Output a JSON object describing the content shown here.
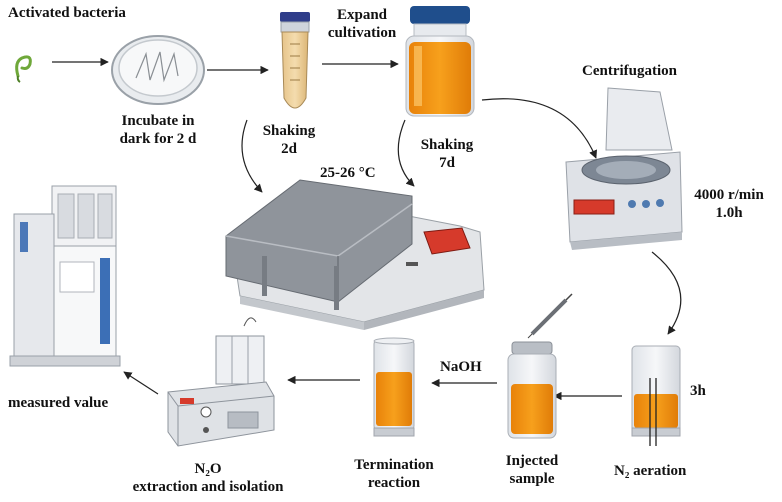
{
  "labels": {
    "activated_bacteria": "Activated bacteria",
    "incubate_line1": "Incubate in",
    "incubate_line2": "dark for 2 d",
    "shaking_2d_line1": "Shaking",
    "shaking_2d_line2": "2d",
    "expand_line1": "Expand",
    "expand_line2": "cultivation",
    "shaking_7d_line1": "Shaking",
    "shaking_7d_line2": "7d",
    "temperature": "25-26 °C",
    "centrifugation": "Centrifugation",
    "speed": "4000 r/min",
    "duration": "1.0h",
    "aeration_time": "3h",
    "n2_aeration": "N₂ aeration",
    "injected_line1": "Injected",
    "injected_line2": "sample",
    "naoh": "NaOH",
    "termination_line1": "Termination",
    "termination_line2": "reaction",
    "n2o_line1": "N₂O",
    "n2o_line2": "extraction and isolation",
    "measured_value": "measured value"
  },
  "colors": {
    "culture_orange": "#f0920f",
    "arrow": "#222222",
    "instrument_gray": "#c9ccd2",
    "shaker_gray": "#8f949b",
    "cap_blue": "#1f4e8c",
    "display_red": "#d63a2b"
  }
}
